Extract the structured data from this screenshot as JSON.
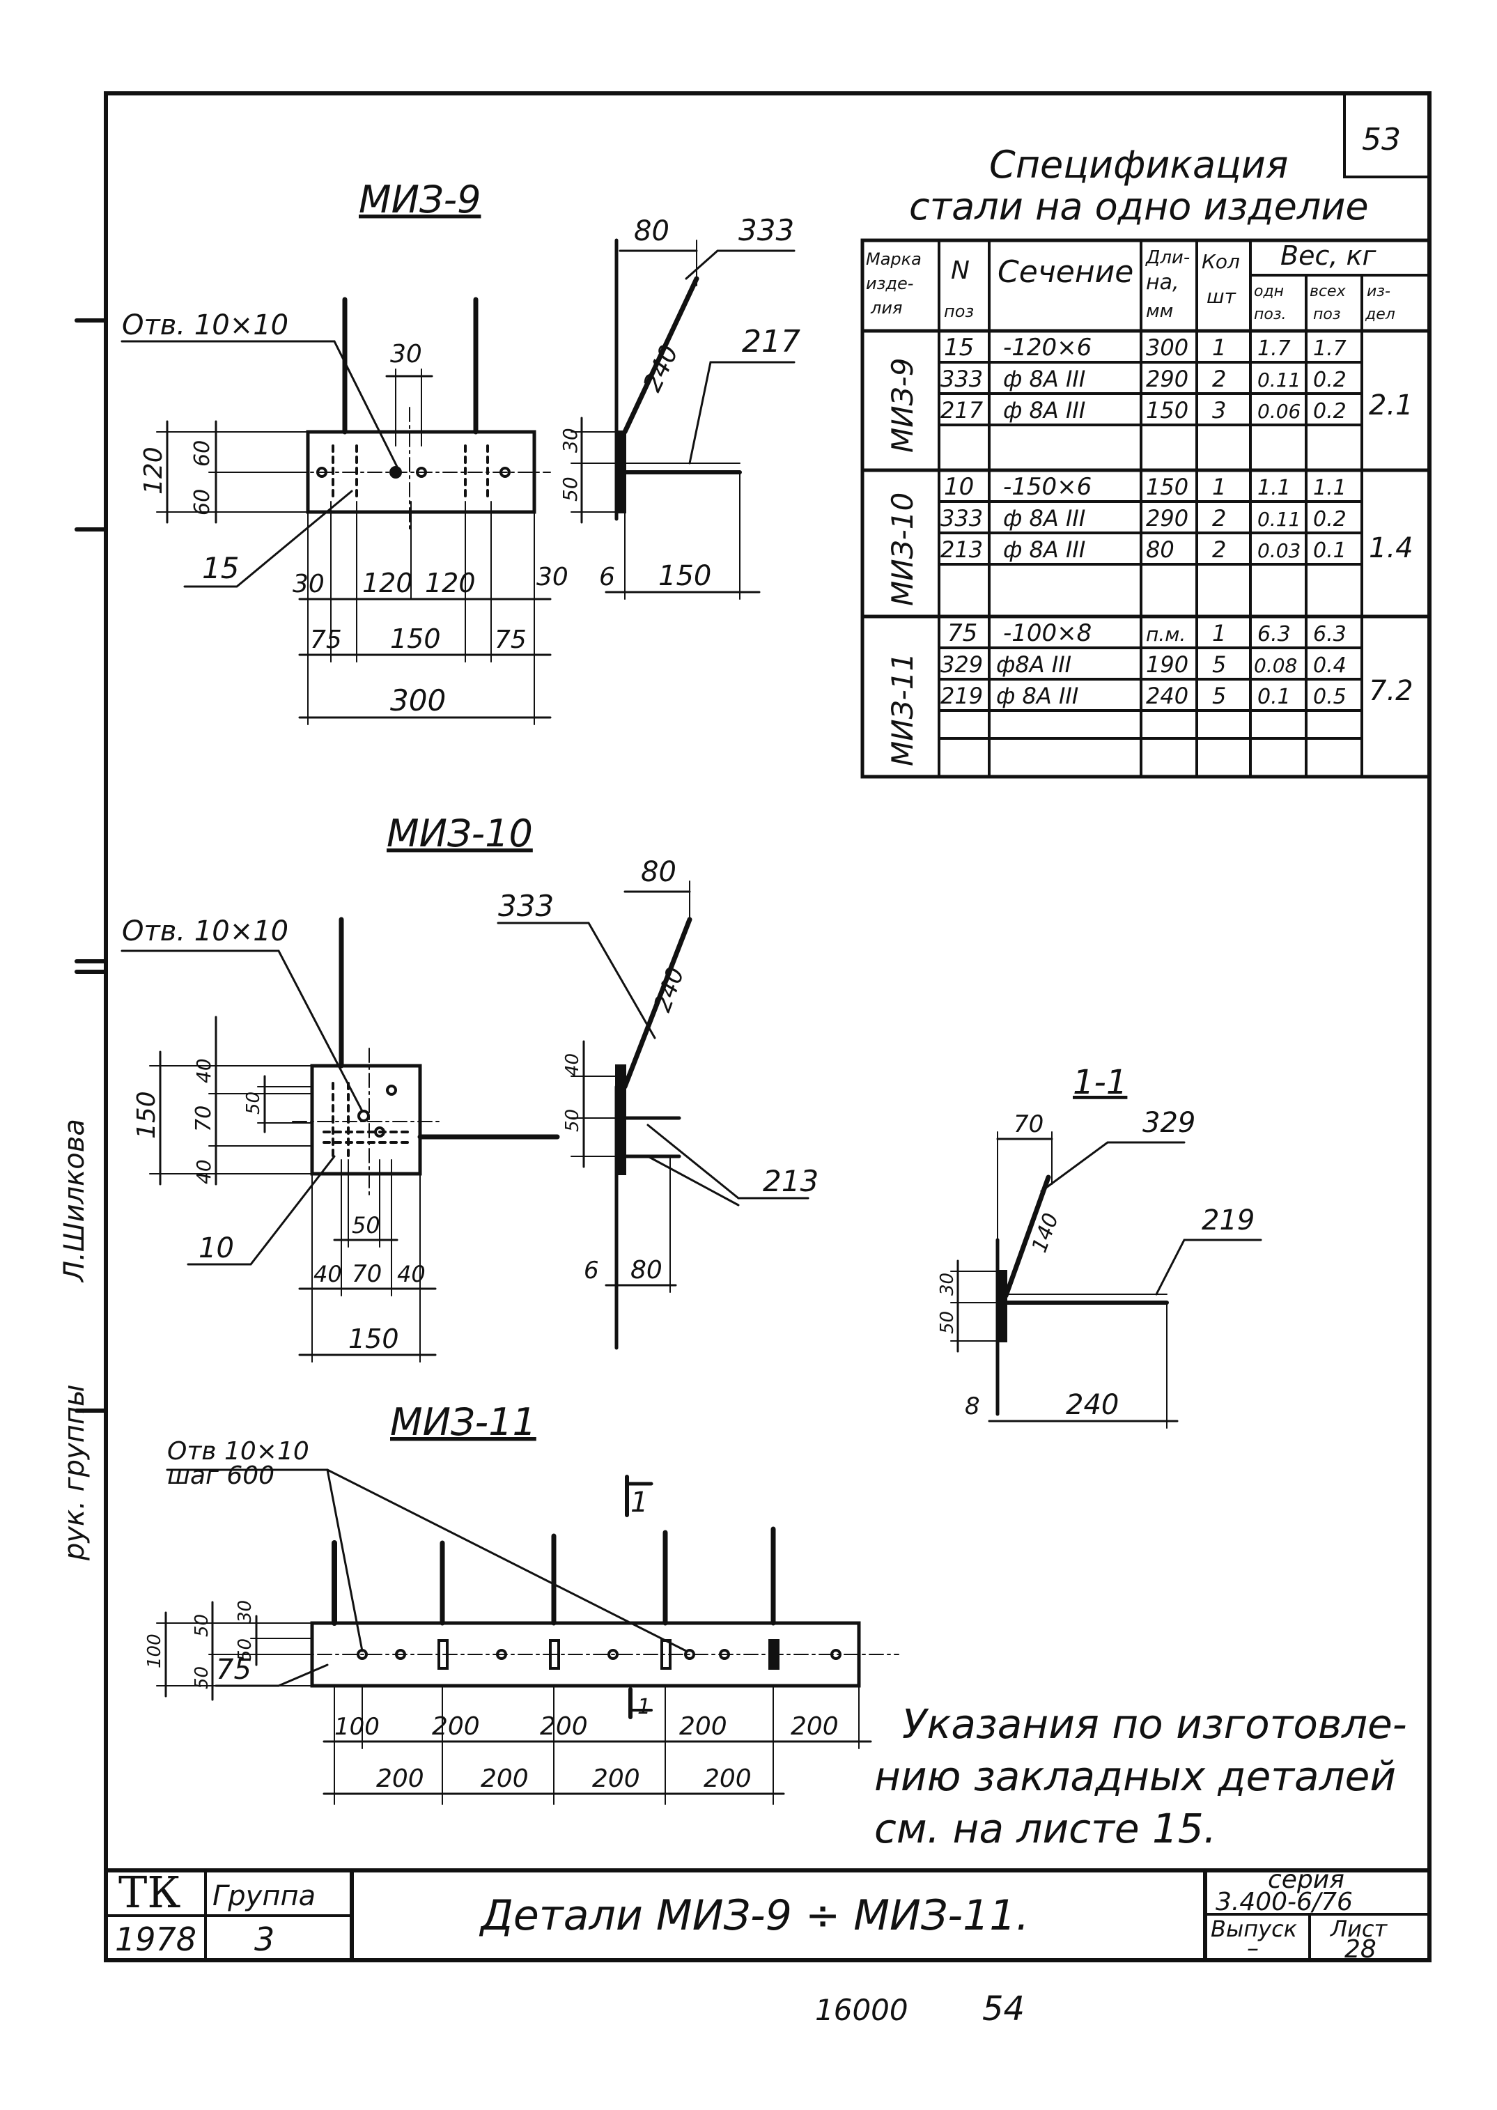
{
  "sheet": {
    "corner_number": "53",
    "bottom_numbers": [
      "16000",
      "54"
    ],
    "vertical_signature": {
      "role": "рук. группы",
      "name": "Л.Шилкова"
    }
  },
  "spec": {
    "title_line1": "Спецификация",
    "title_line2": "стали на одно изделие",
    "headers": {
      "mark": [
        "Марка",
        "изде-",
        "лия"
      ],
      "pos": [
        "N",
        "поз"
      ],
      "section": "Сечение",
      "length": [
        "Дли-",
        "на,",
        "мм"
      ],
      "qty": [
        "Кол",
        "шт"
      ],
      "weight": "Вес, кг",
      "w_one": [
        "одн",
        "поз."
      ],
      "w_all": [
        "всех",
        "поз"
      ],
      "w_item": [
        "из-",
        "дел"
      ]
    },
    "groups": [
      {
        "mark": "МИЗ-9",
        "item_weight": "2.1",
        "rows": [
          {
            "pos": "15",
            "section": "-120×6",
            "length": "300",
            "qty": "1",
            "one": "1.7",
            "all": "1.7"
          },
          {
            "pos": "333",
            "section": "ф 8А III",
            "length": "290",
            "qty": "2",
            "one": "0.11",
            "all": "0.2"
          },
          {
            "pos": "217",
            "section": "ф 8А III",
            "length": "150",
            "qty": "3",
            "one": "0.06",
            "all": "0.2"
          }
        ]
      },
      {
        "mark": "МИЗ-10",
        "item_weight": "1.4",
        "rows": [
          {
            "pos": "10",
            "section": "-150×6",
            "length": "150",
            "qty": "1",
            "one": "1.1",
            "all": "1.1"
          },
          {
            "pos": "333",
            "section": "ф 8А III",
            "length": "290",
            "qty": "2",
            "one": "0.11",
            "all": "0.2"
          },
          {
            "pos": "213",
            "section": "ф 8А III",
            "length": "80",
            "qty": "2",
            "one": "0.03",
            "all": "0.1"
          }
        ]
      },
      {
        "mark": "МИЗ-11",
        "item_weight": "7.2",
        "rows": [
          {
            "pos": "75",
            "section": "-100×8",
            "length": "п.м.",
            "qty": "1",
            "one": "6.3",
            "all": "6.3"
          },
          {
            "pos": "329",
            "section": "ф8А III",
            "length": "190",
            "qty": "5",
            "one": "0.08",
            "all": "0.4"
          },
          {
            "pos": "219",
            "section": "ф 8А III",
            "length": "240",
            "qty": "5",
            "one": "0.1",
            "all": "0.5"
          }
        ]
      }
    ]
  },
  "miz9": {
    "title": "МИЗ-9",
    "hole": "Отв. 10×10",
    "dims": [
      "30",
      "120",
      "60",
      "60",
      "15",
      "30",
      "120",
      "120",
      "30",
      "75",
      "150",
      "75",
      "300"
    ],
    "side": [
      "80",
      "333",
      "240",
      "217",
      "30",
      "50",
      "6",
      "150"
    ]
  },
  "miz10": {
    "title": "МИЗ-10",
    "hole": "Отв. 10×10",
    "dims": [
      "40",
      "150",
      "50",
      "70",
      "40",
      "10",
      "50",
      "40",
      "70",
      "40",
      "150"
    ],
    "side": [
      "80",
      "333",
      "240",
      "40",
      "50",
      "213",
      "6",
      "80"
    ]
  },
  "sect11": {
    "title": "1-1",
    "dims": [
      "70",
      "329",
      "140",
      "219",
      "30",
      "50",
      "8",
      "240"
    ]
  },
  "miz11": {
    "title": "МИЗ-11",
    "hole_line1": "Отв 10×10",
    "hole_line2": "шаг 600",
    "dims": [
      "100",
      "50",
      "50",
      "50",
      "30",
      "75",
      "100",
      "200",
      "200",
      "200",
      "200",
      "200",
      "200",
      "200",
      "200"
    ],
    "cut": [
      "1",
      "1"
    ]
  },
  "note": {
    "line1": "Указания по изготовле-",
    "line2": "нию закладных деталей",
    "line3": "см. на листе 15."
  },
  "title_block": {
    "tk": "ТК",
    "group_label": "Группа",
    "year": "1978",
    "group": "3",
    "name": "Детали МИЗ-9 ÷ МИЗ-11.",
    "series_label": "серия",
    "series": "3.400-6/76",
    "issue_label": "Выпуск",
    "issue": "–",
    "sheet_label": "Лист",
    "sheet": "28"
  }
}
